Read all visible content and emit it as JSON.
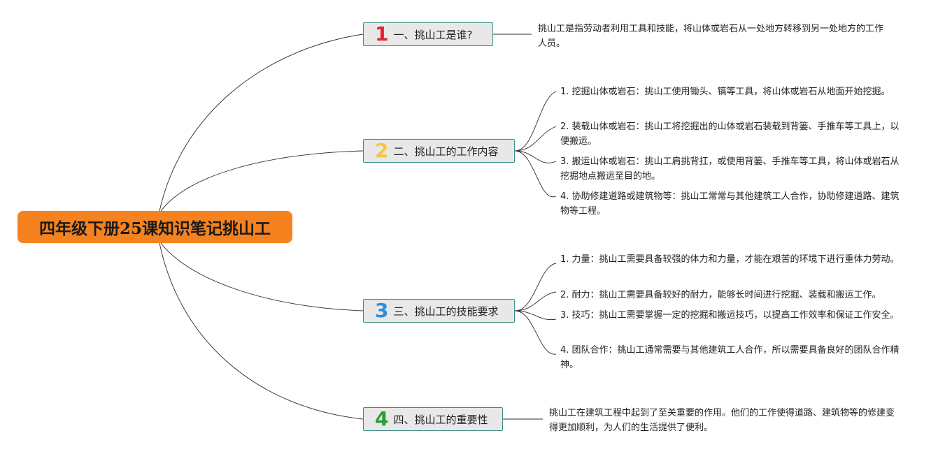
{
  "root": {
    "title": "四年级下册25课知识笔记挑山工"
  },
  "branches": [
    {
      "number": "1",
      "color": "#e02433",
      "label": "一、挑山工是谁?",
      "children": [
        "挑山工是指劳动者利用工具和技能，将山体或岩石从一处地方转移到另一处地方的工作人员。"
      ]
    },
    {
      "number": "2",
      "color": "#f5c842",
      "label": "二、挑山工的工作内容",
      "children": [
        "1. 挖掘山体或岩石：挑山工使用锄头、镐等工具，将山体或岩石从地面开始挖掘。",
        "2. 装载山体或岩石：挑山工将挖掘出的山体或岩石装载到背篓、手推车等工具上，以便搬运。",
        "3. 搬运山体或岩石：挑山工肩挑背扛，或使用背篓、手推车等工具，将山体或岩石从挖掘地点搬运至目的地。",
        "4. 协助修建道路或建筑物等：挑山工常常与其他建筑工人合作，协助修建道路、建筑物等工程。"
      ]
    },
    {
      "number": "3",
      "color": "#2e8fd8",
      "label": "三、挑山工的技能要求",
      "children": [
        "1. 力量：挑山工需要具备较强的体力和力量，才能在艰苦的环境下进行重体力劳动。",
        "2. 耐力：挑山工需要具备较好的耐力，能够长时间进行挖掘、装载和搬运工作。",
        "3. 技巧：挑山工需要掌握一定的挖掘和搬运技巧，以提高工作效率和保证工作安全。",
        "4. 团队合作：挑山工通常需要与其他建筑工人合作，所以需要具备良好的团队合作精神。"
      ]
    },
    {
      "number": "4",
      "color": "#2e9a3a",
      "label": "四、挑山工的重要性",
      "children": [
        "挑山工在建筑工程中起到了至关重要的作用。他们的工作使得道路、建筑物等的修建变得更加顺利，为人们的生活提供了便利。"
      ]
    }
  ]
}
